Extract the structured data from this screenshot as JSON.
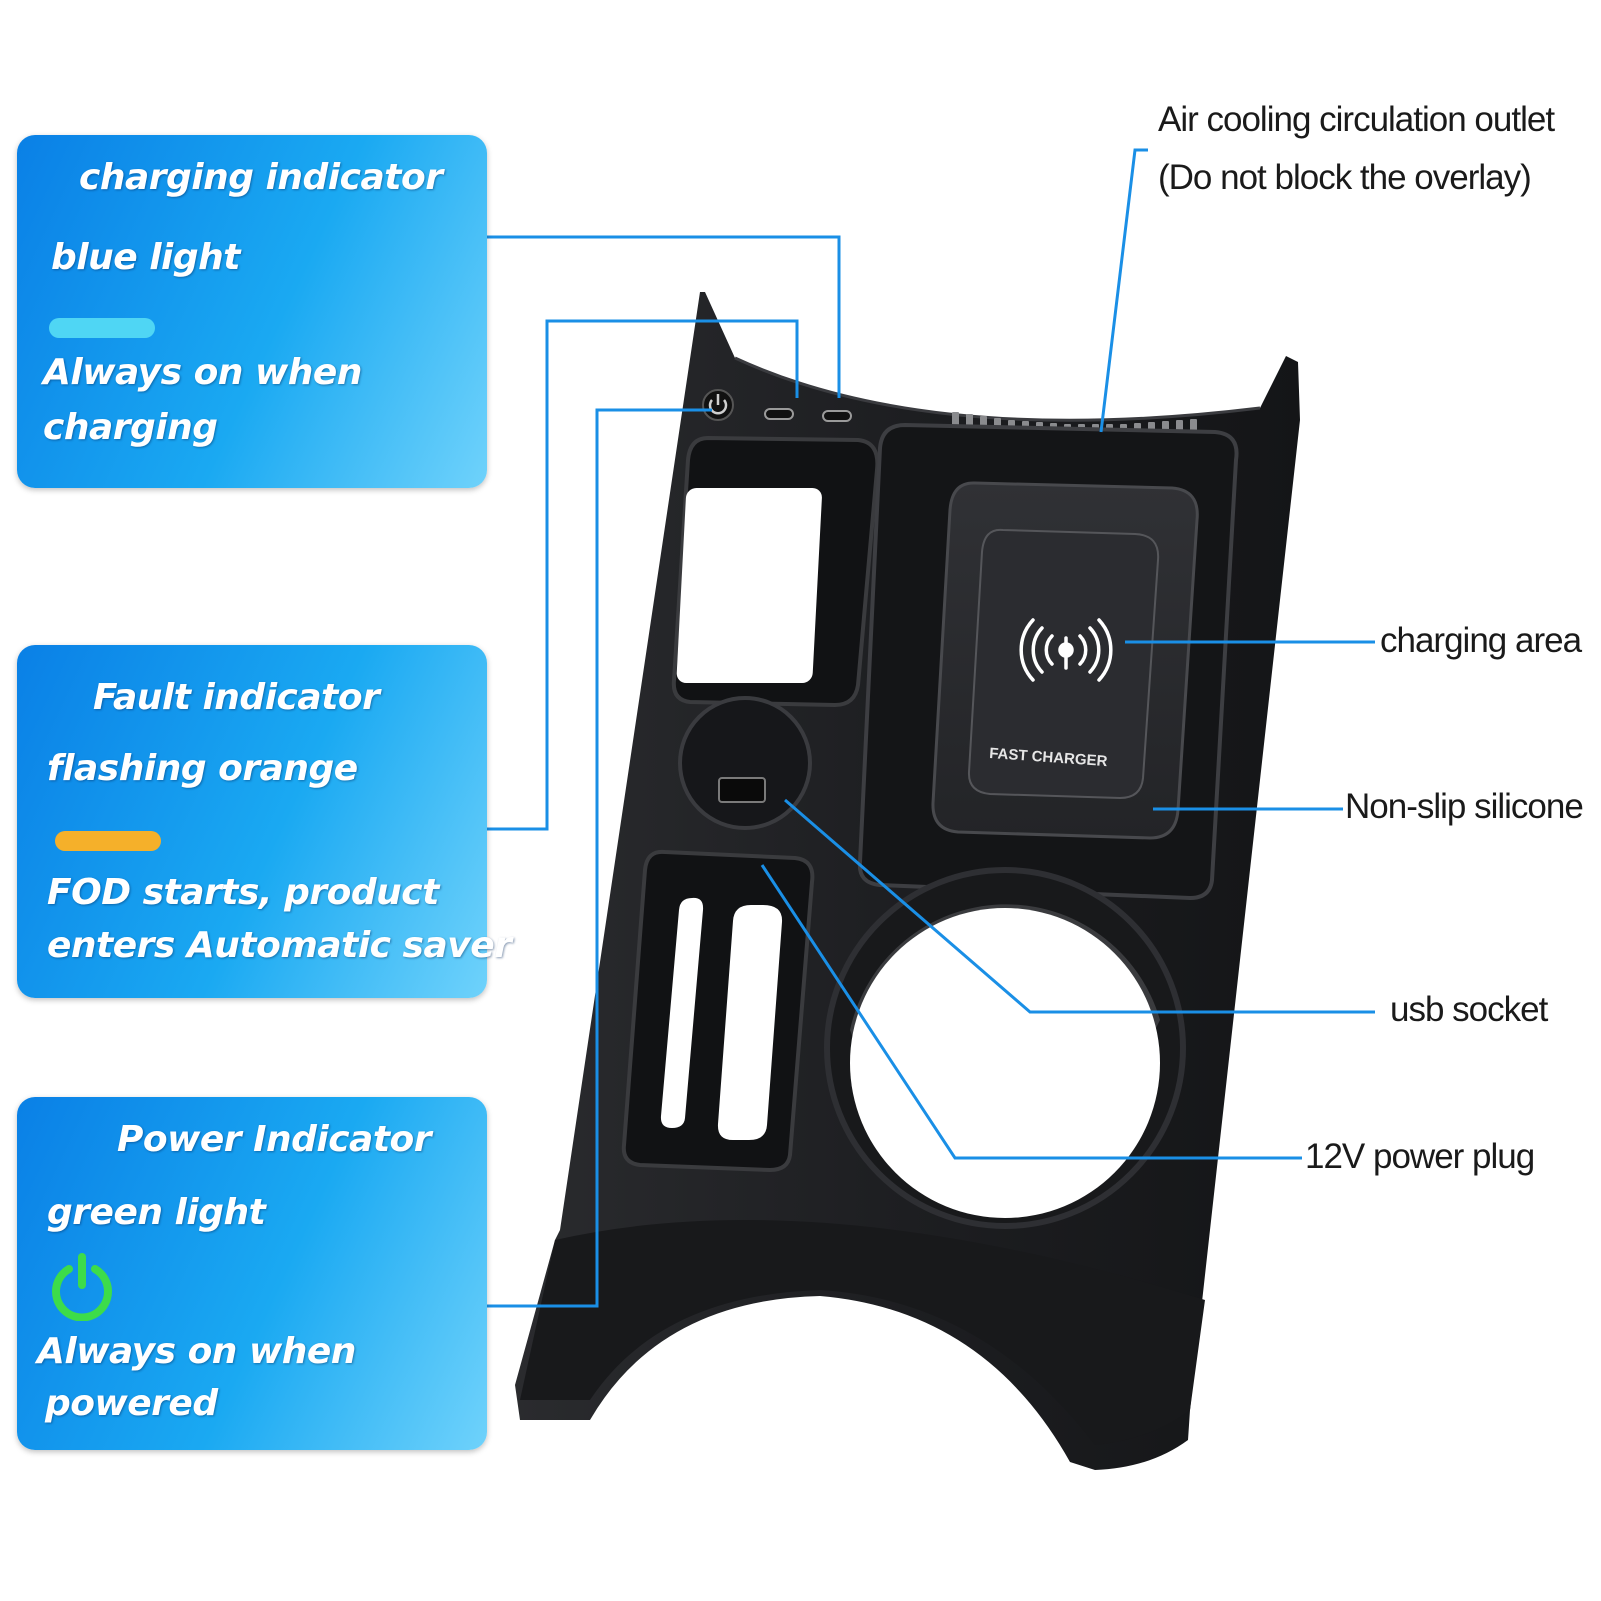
{
  "cards": {
    "charging": {
      "title": "charging indicator",
      "light": "blue light",
      "desc_line1": "Always on when",
      "desc_line2": "charging",
      "swatch_color": "#4fd6f4"
    },
    "fault": {
      "title": "Fault indicator",
      "light": "flashing orange",
      "desc_line1": "FOD starts, product",
      "desc_line2": "enters Automatic saver",
      "swatch_color": "#f5b02a"
    },
    "power": {
      "title": "Power Indicator",
      "light": "green light",
      "desc_line1": "Always on when",
      "desc_line2": "powered",
      "icon": "power-icon",
      "icon_color": "#3ddc4a"
    }
  },
  "labels": {
    "air_line1": "Air cooling circulation outlet",
    "air_line2": "(Do not block the overlay)",
    "charging_area": "charging area",
    "non_slip": "Non-slip silicone",
    "usb_socket": "usb socket",
    "power_plug": "12V power plug"
  },
  "device": {
    "pad_text": "FAST CHARGER",
    "pad_icon": "wireless-charging-icon"
  },
  "colors": {
    "leader_line": "#1a8fe6",
    "device_body": "#1e1f22"
  }
}
